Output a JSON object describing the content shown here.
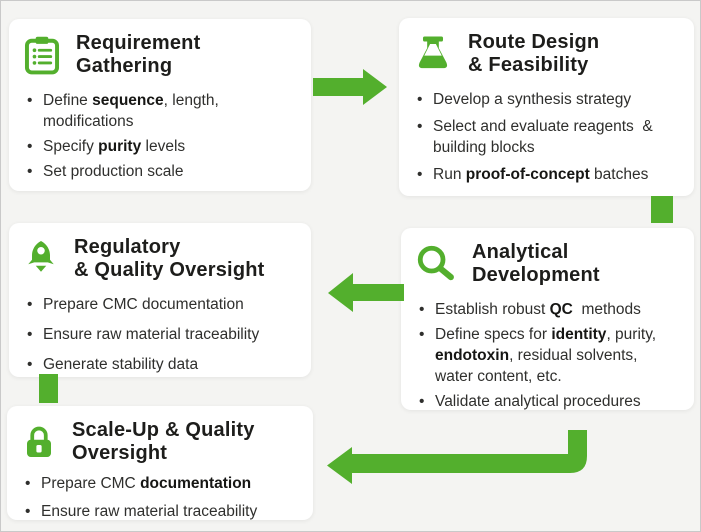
{
  "palette": {
    "green": "#53af2d",
    "page_bg": "#f4f4f2",
    "card_bg": "#ffffff",
    "title_color": "#1d1d1b",
    "text_color": "#2f2f2d"
  },
  "cards": [
    {
      "id": "requirement-gathering",
      "icon": "clipboard-checklist-icon",
      "title": "Requirement Gathering",
      "bullets": [
        [
          {
            "t": "Define ",
            "b": false
          },
          {
            "t": "sequence",
            "b": true
          },
          {
            "t": ", length,\nmodifications",
            "b": false
          }
        ],
        [
          {
            "t": "Specify ",
            "b": false
          },
          {
            "t": "purity",
            "b": true
          },
          {
            "t": " levels",
            "b": false
          }
        ],
        [
          {
            "t": "Set production scale",
            "b": false
          }
        ]
      ]
    },
    {
      "id": "route-design-feasibility",
      "icon": "flask-icon",
      "title": "Route Design\n& Feasibility",
      "bullets": [
        [
          {
            "t": "Develop a synthesis strategy",
            "b": false
          }
        ],
        [
          {
            "t": "Select and evaluate reagents  &\nbuilding blocks",
            "b": false
          }
        ],
        [
          {
            "t": "Run ",
            "b": false
          },
          {
            "t": "proof-of-concept",
            "b": true
          },
          {
            "t": " batches",
            "b": false
          }
        ]
      ]
    },
    {
      "id": "analytical-development",
      "icon": "magnifier-icon",
      "title": "Analytical\nDevelopment",
      "bullets": [
        [
          {
            "t": "Establish robust ",
            "b": false
          },
          {
            "t": "QC",
            "b": true
          },
          {
            "t": "  methods",
            "b": false
          }
        ],
        [
          {
            "t": "Define specs for ",
            "b": false
          },
          {
            "t": "identity",
            "b": true
          },
          {
            "t": ", purity,\n",
            "b": false
          },
          {
            "t": "endotoxin",
            "b": true
          },
          {
            "t": ", residual solvents,\nwater content, etc.",
            "b": false
          }
        ],
        [
          {
            "t": "Validate analytical procedures",
            "b": false
          }
        ]
      ]
    },
    {
      "id": "regulatory-quality-oversight",
      "icon": "rocket-icon",
      "title": "Regulatory\n& Quality Oversight",
      "bullets": [
        [
          {
            "t": "Prepare CMC documentation",
            "b": false
          }
        ],
        [
          {
            "t": "Ensure raw material traceability",
            "b": false
          }
        ],
        [
          {
            "t": "Generate stability data",
            "b": false
          }
        ]
      ]
    },
    {
      "id": "scale-up-quality-oversight",
      "icon": "lock-icon",
      "title": "Scale-Up & Quality\nOversight",
      "bullets": [
        [
          {
            "t": "Prepare CMC ",
            "b": false
          },
          {
            "t": "documentation",
            "b": true
          }
        ],
        [
          {
            "t": "Ensure raw material traceability",
            "b": false
          }
        ]
      ]
    }
  ],
  "connectors": [
    {
      "name": "arrow-right-top"
    },
    {
      "name": "connector-square-right"
    },
    {
      "name": "arrow-left-middle"
    },
    {
      "name": "connector-square-left"
    },
    {
      "name": "arrow-elbow-bottom"
    }
  ]
}
